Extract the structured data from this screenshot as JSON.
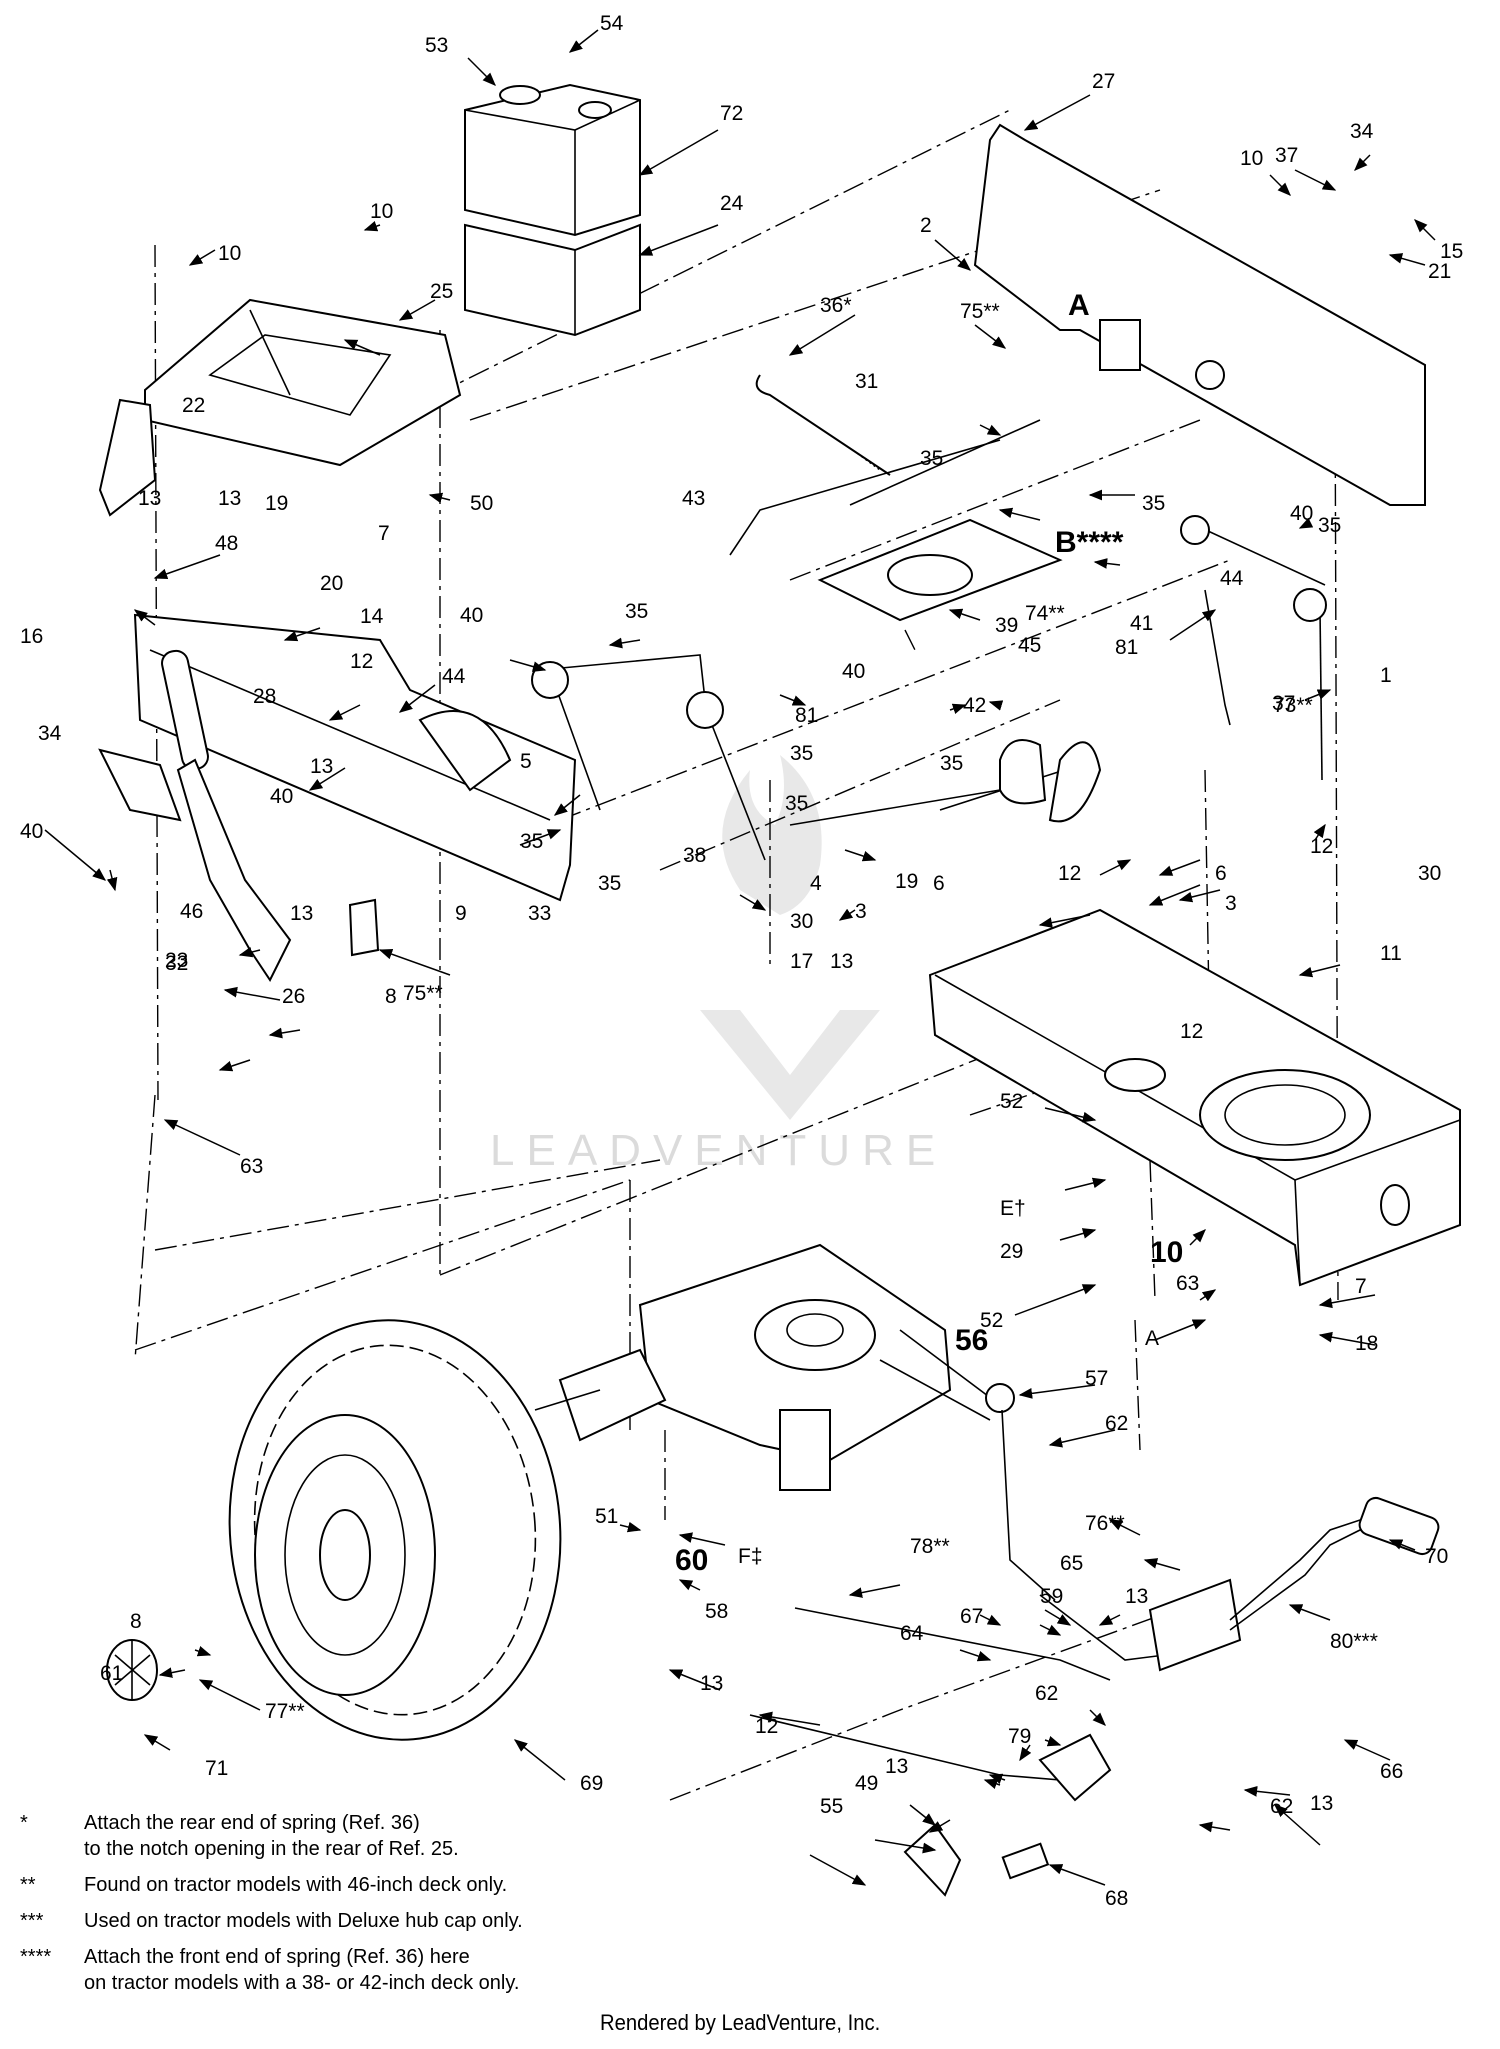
{
  "watermark": "LEADVENTURE",
  "reference_numbers": [
    "54",
    "53",
    "72",
    "24",
    "27",
    "34",
    "37",
    "10",
    "15",
    "21",
    "2",
    "75**",
    "10",
    "10",
    "25",
    "22",
    "36*",
    "31",
    "35",
    "35",
    "43",
    "B****",
    "40",
    "35",
    "44",
    "19",
    "13",
    "13",
    "50",
    "7",
    "48",
    "20",
    "14",
    "12",
    "16",
    "28",
    "44",
    "40",
    "35",
    "81",
    "35",
    "73**",
    "39",
    "45",
    "74**",
    "40",
    "42",
    "81",
    "1",
    "37",
    "34",
    "13",
    "40",
    "40",
    "41",
    "5",
    "35",
    "35",
    "35",
    "38",
    "4",
    "12",
    "12",
    "46",
    "13",
    "9",
    "33",
    "35",
    "32",
    "6",
    "3",
    "30",
    "19",
    "6",
    "3",
    "30",
    "13",
    "17",
    "11",
    "23",
    "8",
    "26",
    "75**",
    "12",
    "63",
    "52",
    "E†",
    "29",
    "10",
    "63",
    "52",
    "7",
    "18",
    "A",
    "56",
    "57",
    "62",
    "76**",
    "51",
    "F‡",
    "60",
    "65",
    "70",
    "78**",
    "58",
    "59",
    "67",
    "13",
    "64",
    "80***",
    "8",
    "61",
    "77**",
    "13",
    "62",
    "79",
    "71",
    "69",
    "12",
    "13",
    "49",
    "55",
    "62",
    "13",
    "66",
    "68"
  ],
  "callouts": [
    "A",
    "B****",
    "E†",
    "F‡",
    "A"
  ],
  "notes": [
    {
      "mark": "*",
      "text": "Attach the rear end of spring (Ref. 36)\nto the notch opening in the rear of Ref. 25."
    },
    {
      "mark": "**",
      "text": "Found on tractor models with 46-inch deck only."
    },
    {
      "mark": "***",
      "text": "Used on tractor models with Deluxe hub cap only."
    },
    {
      "mark": "****",
      "text": "Attach the front end of spring (Ref. 36) here\non tractor models with a 38- or 42-inch deck only."
    }
  ],
  "credit": "Rendered by LeadVenture, Inc."
}
